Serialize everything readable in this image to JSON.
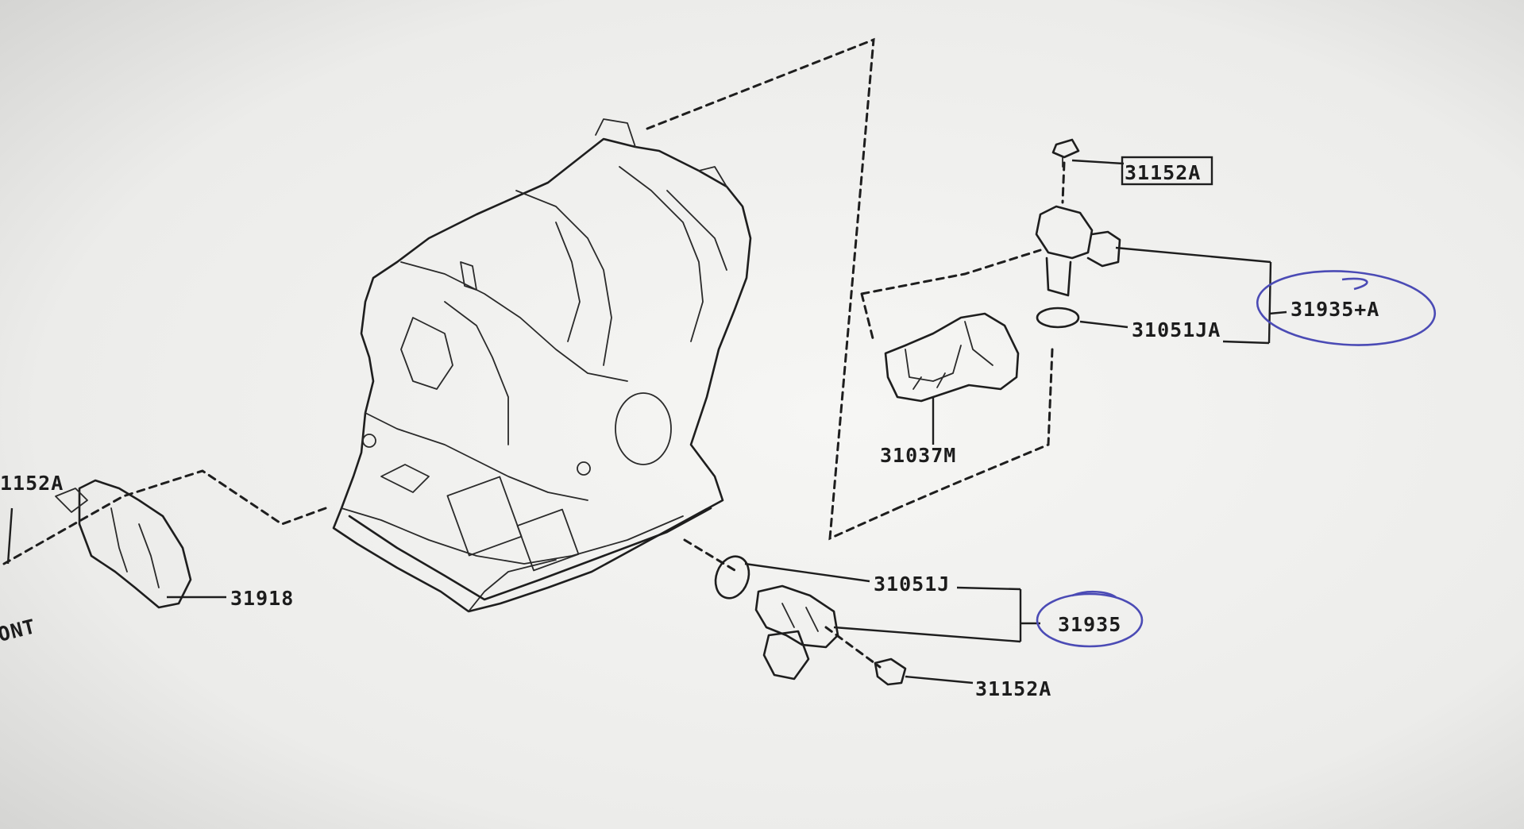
{
  "labels": {
    "bolt_top": "31152A",
    "sensor_assembly_top": "31935+A",
    "oring_top": "31051JA",
    "bracket": "31037M",
    "bolt_left": "1152A",
    "left_sensor": "31918",
    "left_edge_text": "ONT",
    "oring_bottom": "31051J",
    "sensor_bottom": "31935",
    "bolt_bottom": "31152A"
  },
  "colors": {
    "ink": "#1e1e1e",
    "paper": "#f4f4f2",
    "annotation_pen": "#4b4bb5"
  }
}
